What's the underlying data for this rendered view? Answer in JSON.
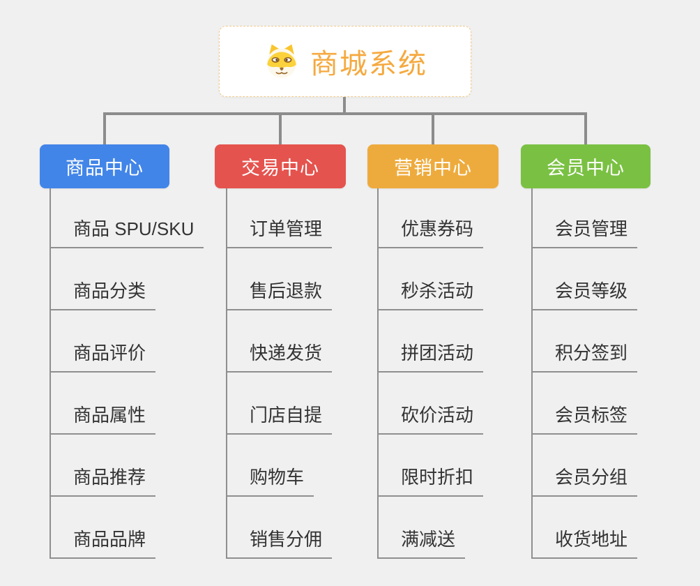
{
  "root": {
    "title": "商城系统",
    "icon": "dog-mascot-icon"
  },
  "colors": {
    "background": "#f0f0f0",
    "connector": "#8c8c8c",
    "child_line": "#8f8f8f",
    "root_text": "#f5a93f",
    "root_border": "#f4c98b",
    "branch_text": "#ffffff",
    "child_text": "#333333",
    "branch_product": "#4285e8",
    "branch_trade": "#e5534e",
    "branch_marketing": "#eeab3d",
    "branch_member": "#7ac143"
  },
  "branches": [
    {
      "label": "商品中心",
      "color": "#4285e8",
      "children": [
        "商品 SPU/SKU",
        "商品分类",
        "商品评价",
        "商品属性",
        "商品推荐",
        "商品品牌"
      ]
    },
    {
      "label": "交易中心",
      "color": "#e5534e",
      "children": [
        "订单管理",
        "售后退款",
        "快递发货",
        "门店自提",
        "购物车",
        "销售分佣"
      ]
    },
    {
      "label": "营销中心",
      "color": "#eeab3d",
      "children": [
        "优惠券码",
        "秒杀活动",
        "拼团活动",
        "砍价活动",
        "限时折扣",
        "满减送"
      ]
    },
    {
      "label": "会员中心",
      "color": "#7ac143",
      "children": [
        "会员管理",
        "会员等级",
        "积分签到",
        "会员标签",
        "会员分组",
        "收货地址"
      ]
    }
  ]
}
